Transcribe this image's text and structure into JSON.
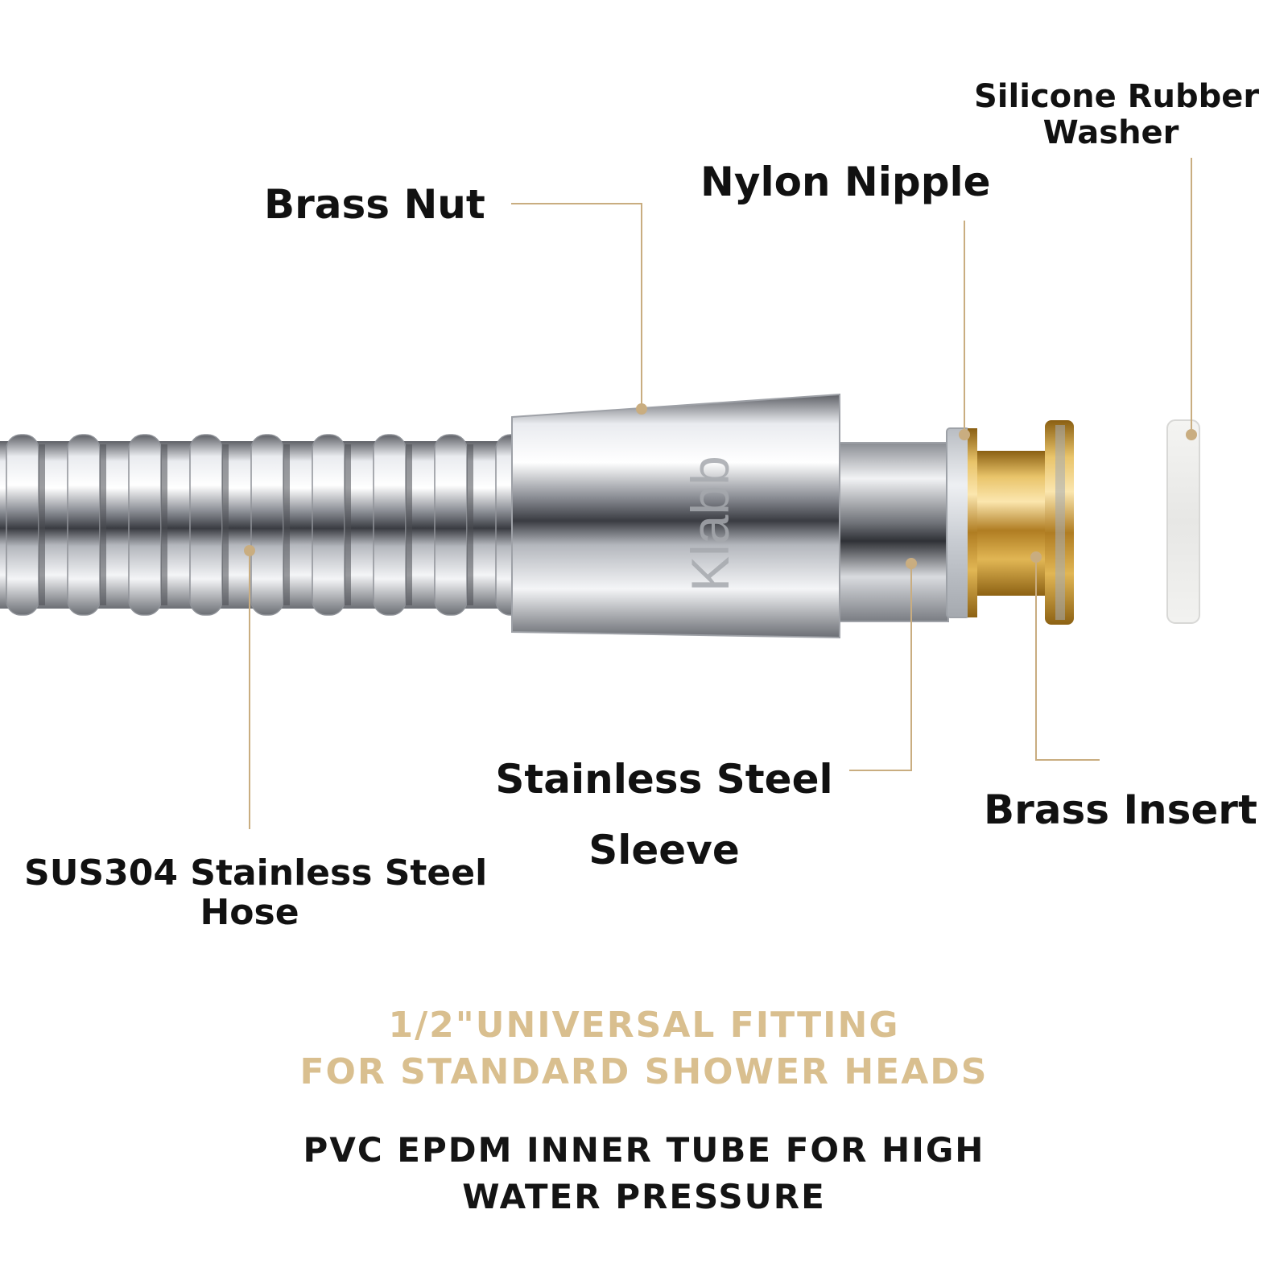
{
  "colors": {
    "leader": "#c9ad80",
    "text": "#111111",
    "accent_text": "#d9bf8f",
    "brass": "#c99a2e",
    "washer": "#ececec"
  },
  "labels": {
    "brass_nut": "Brass Nut",
    "nylon_nipple": "Nylon Nipple",
    "silicone_washer": [
      "Silicone Rubber",
      "Washer"
    ],
    "hose": [
      "SUS304 Stainless Steel",
      "Hose"
    ],
    "sleeve": [
      "Stainless Steel",
      "Sleeve"
    ],
    "brass_insert": "Brass Insert"
  },
  "brand": "Klabb",
  "footer": {
    "fitting": [
      "1/2\"UNIVERSAL FITTING",
      "FOR STANDARD SHOWER HEADS"
    ],
    "inner_tube": [
      "PVC EPDM INNER TUBE FOR HIGH",
      "WATER PRESSURE"
    ]
  }
}
